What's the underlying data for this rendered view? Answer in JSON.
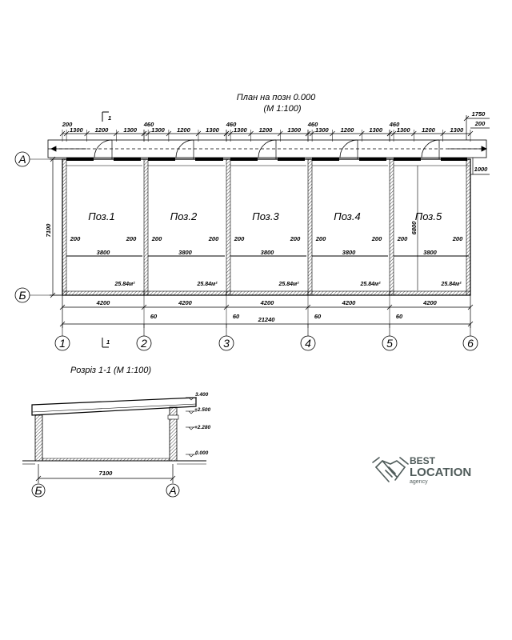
{
  "plan": {
    "title": "План на позн 0.000",
    "scale": "(М 1:100)",
    "units": [
      {
        "label": "Поз.1",
        "area": "25.84м²"
      },
      {
        "label": "Поз.2",
        "area": "25.84м²"
      },
      {
        "label": "Поз.3",
        "area": "25.84м²"
      },
      {
        "label": "Поз.4",
        "area": "25.84м²"
      },
      {
        "label": "Поз.5",
        "area": "25.84м²"
      }
    ],
    "top_dims": {
      "first": [
        "200",
        "1300",
        "1200",
        "1300"
      ],
      "group": [
        "460",
        "1300",
        "1200",
        "1300"
      ],
      "right_1750": "1750",
      "right_200": "200",
      "right_1000": "1000"
    },
    "inner": {
      "side": "200",
      "span": "3800"
    },
    "bottom_dims": {
      "module": "4200",
      "joint": "60",
      "total": "21240"
    },
    "height_left": "7100",
    "height_right": "6800",
    "axes_numbers": [
      "1",
      "2",
      "3",
      "4",
      "5",
      "6"
    ],
    "axes_letters": [
      "А",
      "Б"
    ],
    "section_mark": "1"
  },
  "section": {
    "title": "Розріз 1-1 (М 1:100)",
    "levels": [
      "3.400",
      "+2.500",
      "+2.280",
      "0.000"
    ],
    "width_dim": "7100",
    "axes": [
      "Б",
      "А"
    ]
  },
  "logo": {
    "line1": "BEST",
    "line2": "LOCATION",
    "line3": "agency",
    "color": "#4f5b5a"
  }
}
